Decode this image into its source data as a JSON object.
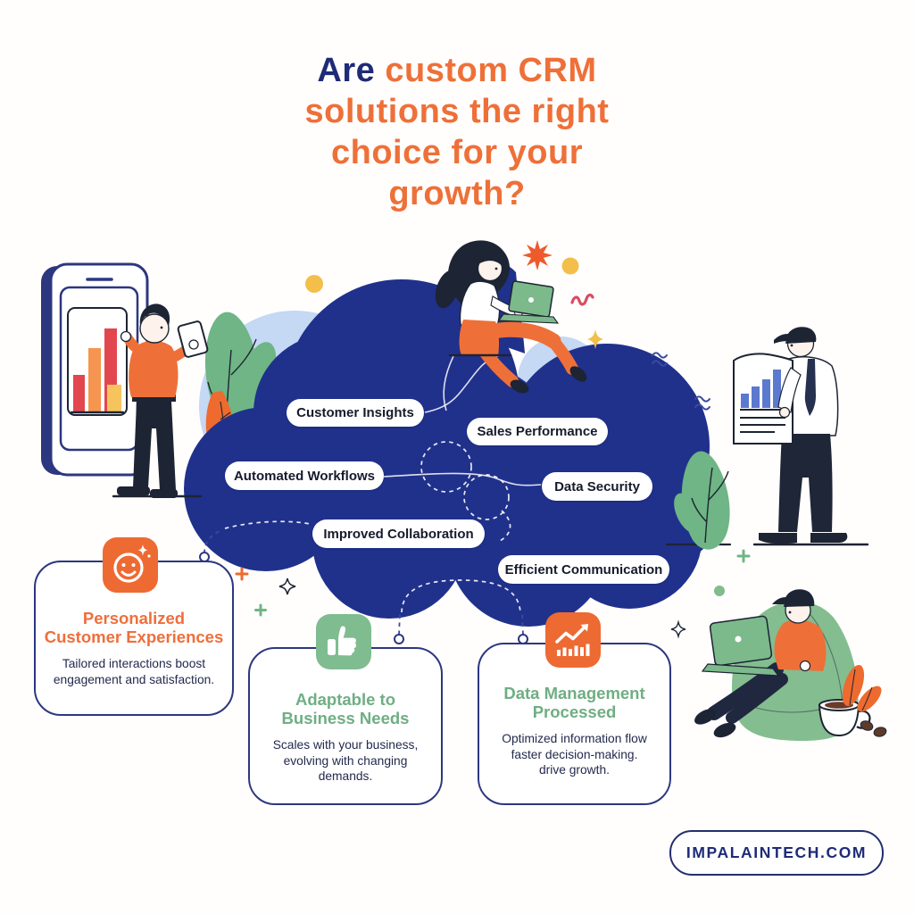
{
  "title": {
    "highlight": "Are",
    "rest_line1": "custom CRM",
    "line2": "solutions the right",
    "line3": "choice for your",
    "line4": "growth?"
  },
  "cloud": {
    "pills": [
      {
        "label": "Customer Insights"
      },
      {
        "label": "Sales Performance"
      },
      {
        "label": "Automated Workflows"
      },
      {
        "label": "Data Security"
      },
      {
        "label": "Improved Collaboration"
      },
      {
        "label": "Efficient Communication"
      }
    ]
  },
  "cards": [
    {
      "icon": "smiley-sparkle-icon",
      "accent": "orange",
      "title1": "Personalized",
      "title2": "Customer Experiences",
      "body1": "Tailored interactions boost",
      "body2": "engagement and satisfaction."
    },
    {
      "icon": "thumbs-up-icon",
      "accent": "green",
      "title1": "Adaptable to",
      "title2": "Business Needs",
      "body1": "Scales with your business,",
      "body2": "evolving with changing",
      "body3": "demands."
    },
    {
      "icon": "trend-chart-icon",
      "accent": "green",
      "title1": "Data Management",
      "title2": "Processed",
      "body1": "Optimized information flow",
      "body2": "faster decision-making.",
      "body3": "drive growth."
    }
  ],
  "footer": {
    "website": "IMPALAINTECH.COM"
  },
  "colors": {
    "title_navy": "#1e2b77",
    "title_orange": "#ee7038",
    "cloud_navy": "#20318c",
    "light_blue": "#c5d8f4",
    "card_border_navy": "#2c3780",
    "accent_orange": "#ee6a33",
    "accent_green": "#7fbc90",
    "bar_red": "#e2474f",
    "bar_orange": "#f5954f",
    "bar_yellow": "#f6c45c",
    "poster_bar_blue": "#5b79cf",
    "plant_green": "#6fb585",
    "coffee_brown": "#6b3a28"
  }
}
